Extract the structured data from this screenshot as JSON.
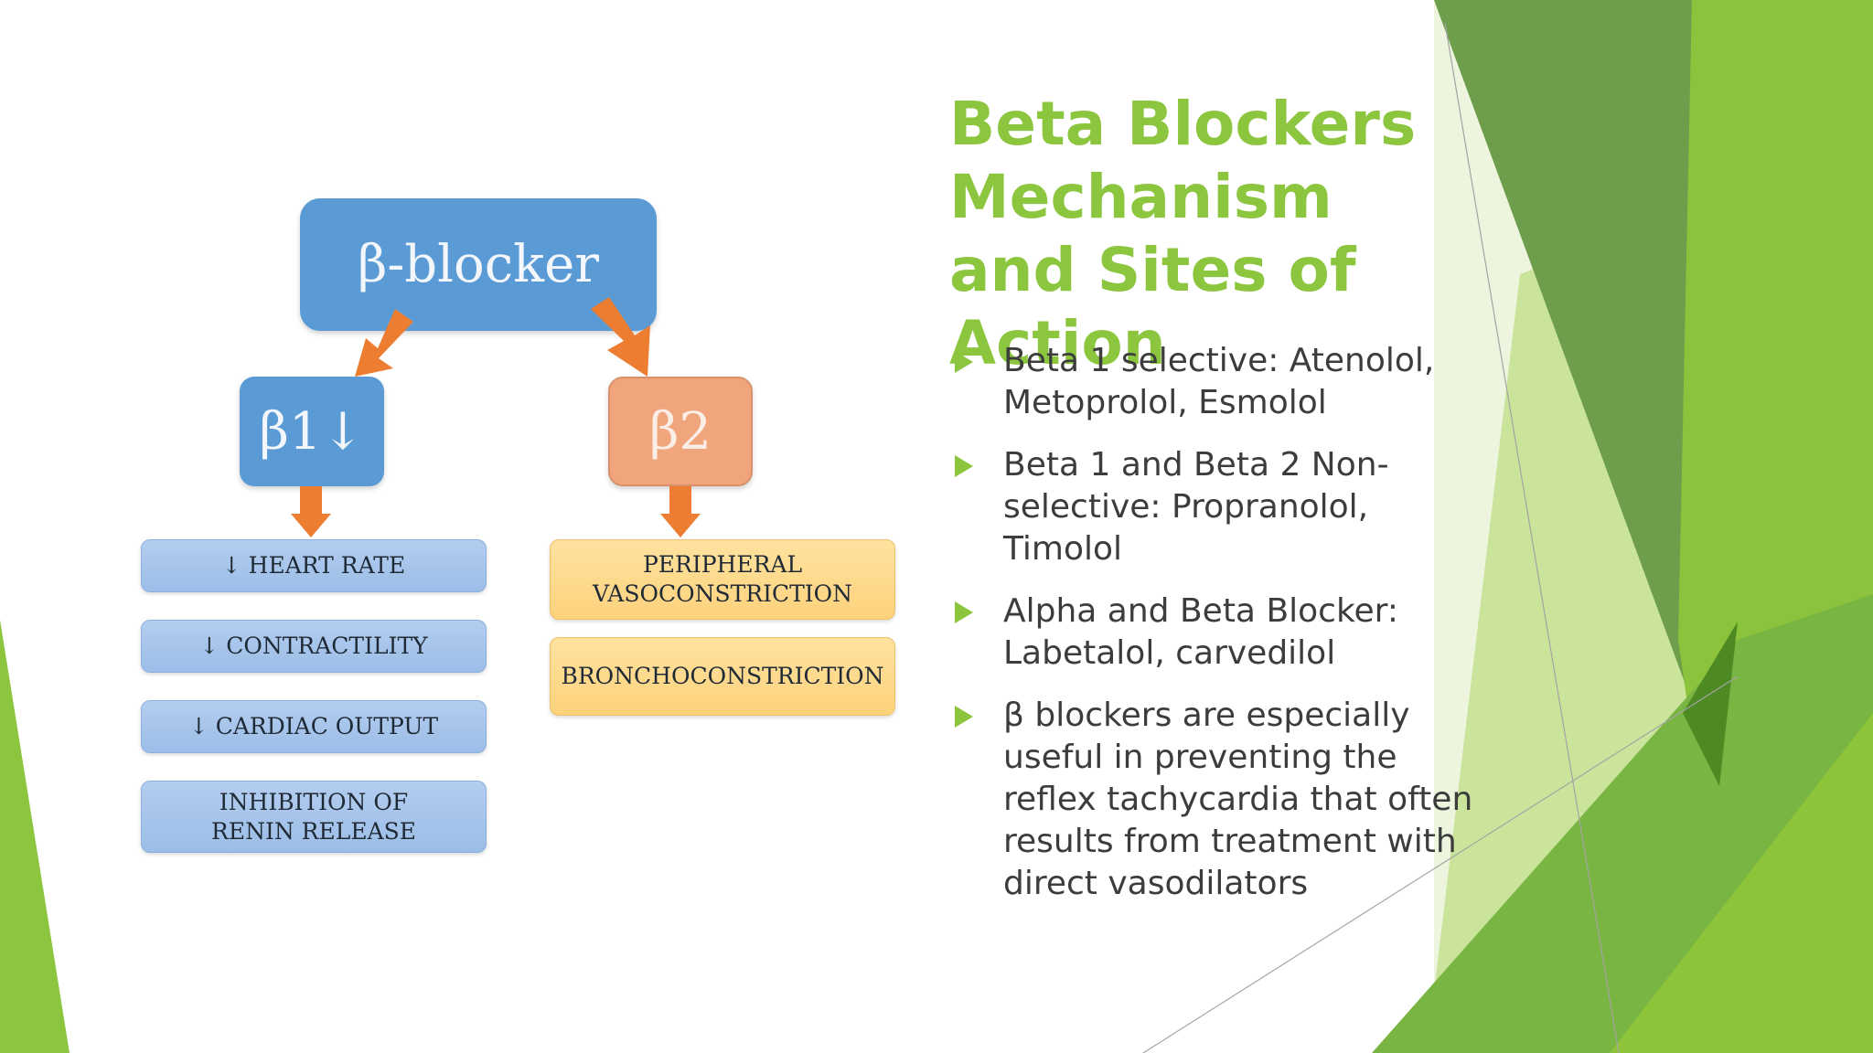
{
  "slide": {
    "title": "Beta Blockers Mechanism and Sites of Action",
    "bullets": [
      "Beta 1 selective: Atenolol, Metoprolol, Esmolol",
      "Beta 1 and Beta 2 Non-selective: Propranolol, Timolol",
      "Alpha and Beta Blocker: Labetalol, carvedilol",
      "β blockers are especially useful in preventing the reflex tachycardia that often results from treatment with direct vasodilators"
    ],
    "bullet_icon": "triangle-bullet-icon"
  },
  "diagram": {
    "root": "β-blocker",
    "beta1": "β1↓",
    "beta2": "β2",
    "beta1_effects": [
      "↓ HEART RATE",
      "↓ CONTRACTILITY",
      "↓ CARDIAC OUTPUT",
      "INHIBITION OF RENIN RELEASE"
    ],
    "beta2_effects": [
      "PERIPHERAL VASOCONSTRICTION",
      "BRONCHOCONSTRICTION"
    ]
  },
  "colors": {
    "title_green": "#8cc63f",
    "node_blue": "#5b9bd5",
    "node_orange": "#f1a57d",
    "arrow_orange": "#ed7d31",
    "effect_blue": "#a8c6ec",
    "effect_yellow": "#fed886",
    "bullet_text": "#3c3c3c"
  }
}
